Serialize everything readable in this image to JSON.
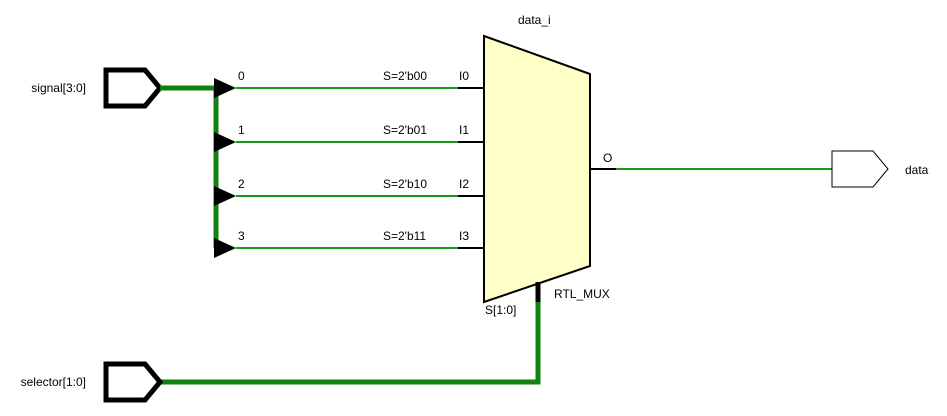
{
  "ports": {
    "signal": {
      "label": "signal[3:0]"
    },
    "selector": {
      "label": "selector[1:0]"
    },
    "data": {
      "label": "data"
    }
  },
  "mux": {
    "instance_name": "data_i",
    "type_label": "RTL_MUX",
    "output_pin": "O",
    "select_pin": "S[1:0]",
    "fill_color": "#ffffc8",
    "inputs": [
      {
        "bit": "0",
        "condition": "S=2'b00",
        "pin": "I0"
      },
      {
        "bit": "1",
        "condition": "S=2'b01",
        "pin": "I1"
      },
      {
        "bit": "2",
        "condition": "S=2'b10",
        "pin": "I2"
      },
      {
        "bit": "3",
        "condition": "S=2'b11",
        "pin": "I3"
      }
    ]
  },
  "colors": {
    "wire": "#1a9a1a",
    "bus": "#108010",
    "port_outline": "#000000"
  }
}
